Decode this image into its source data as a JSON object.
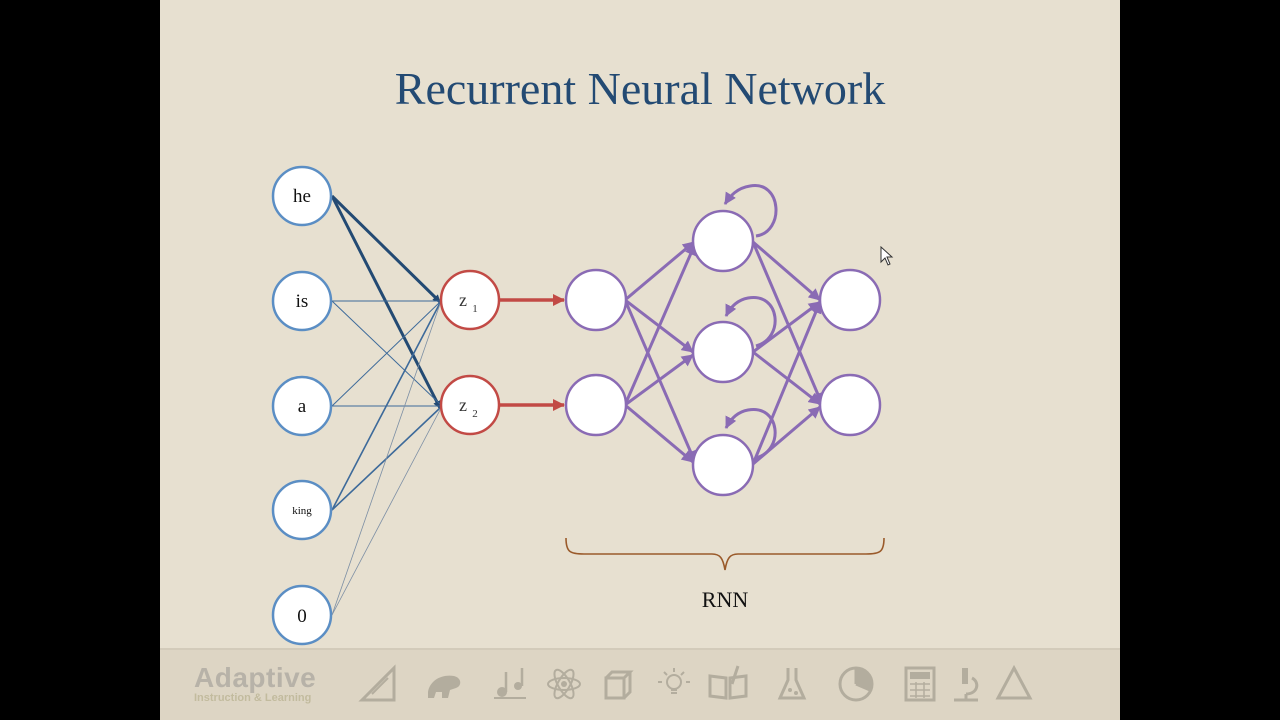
{
  "slide": {
    "title": "Recurrent Neural Network"
  },
  "diagram": {
    "input_nodes": [
      "he",
      "is",
      "a",
      "king",
      "0"
    ],
    "hidden_nodes": [
      {
        "base": "z",
        "sub": "1"
      },
      {
        "base": "z",
        "sub": "2"
      }
    ],
    "rnn_label": "RNN"
  },
  "footer": {
    "brand_name": "Adaptive",
    "brand_sub": "Instruction & Learning",
    "icons": [
      "ruler-icon",
      "dinosaur-icon",
      "music-notes-icon",
      "atom-icon",
      "cube-icon",
      "lightbulb-icon",
      "book-icon",
      "flask-icon",
      "pie-chart-icon",
      "calculator-icon",
      "microscope-icon",
      "triangle-icon"
    ]
  },
  "colors": {
    "background": "#e7e0d0",
    "title": "#234a73",
    "input_node": "#5b8ec4",
    "hidden_node": "#c24a45",
    "rnn_node": "#8a6bb4",
    "brace": "#9a5a2a"
  }
}
